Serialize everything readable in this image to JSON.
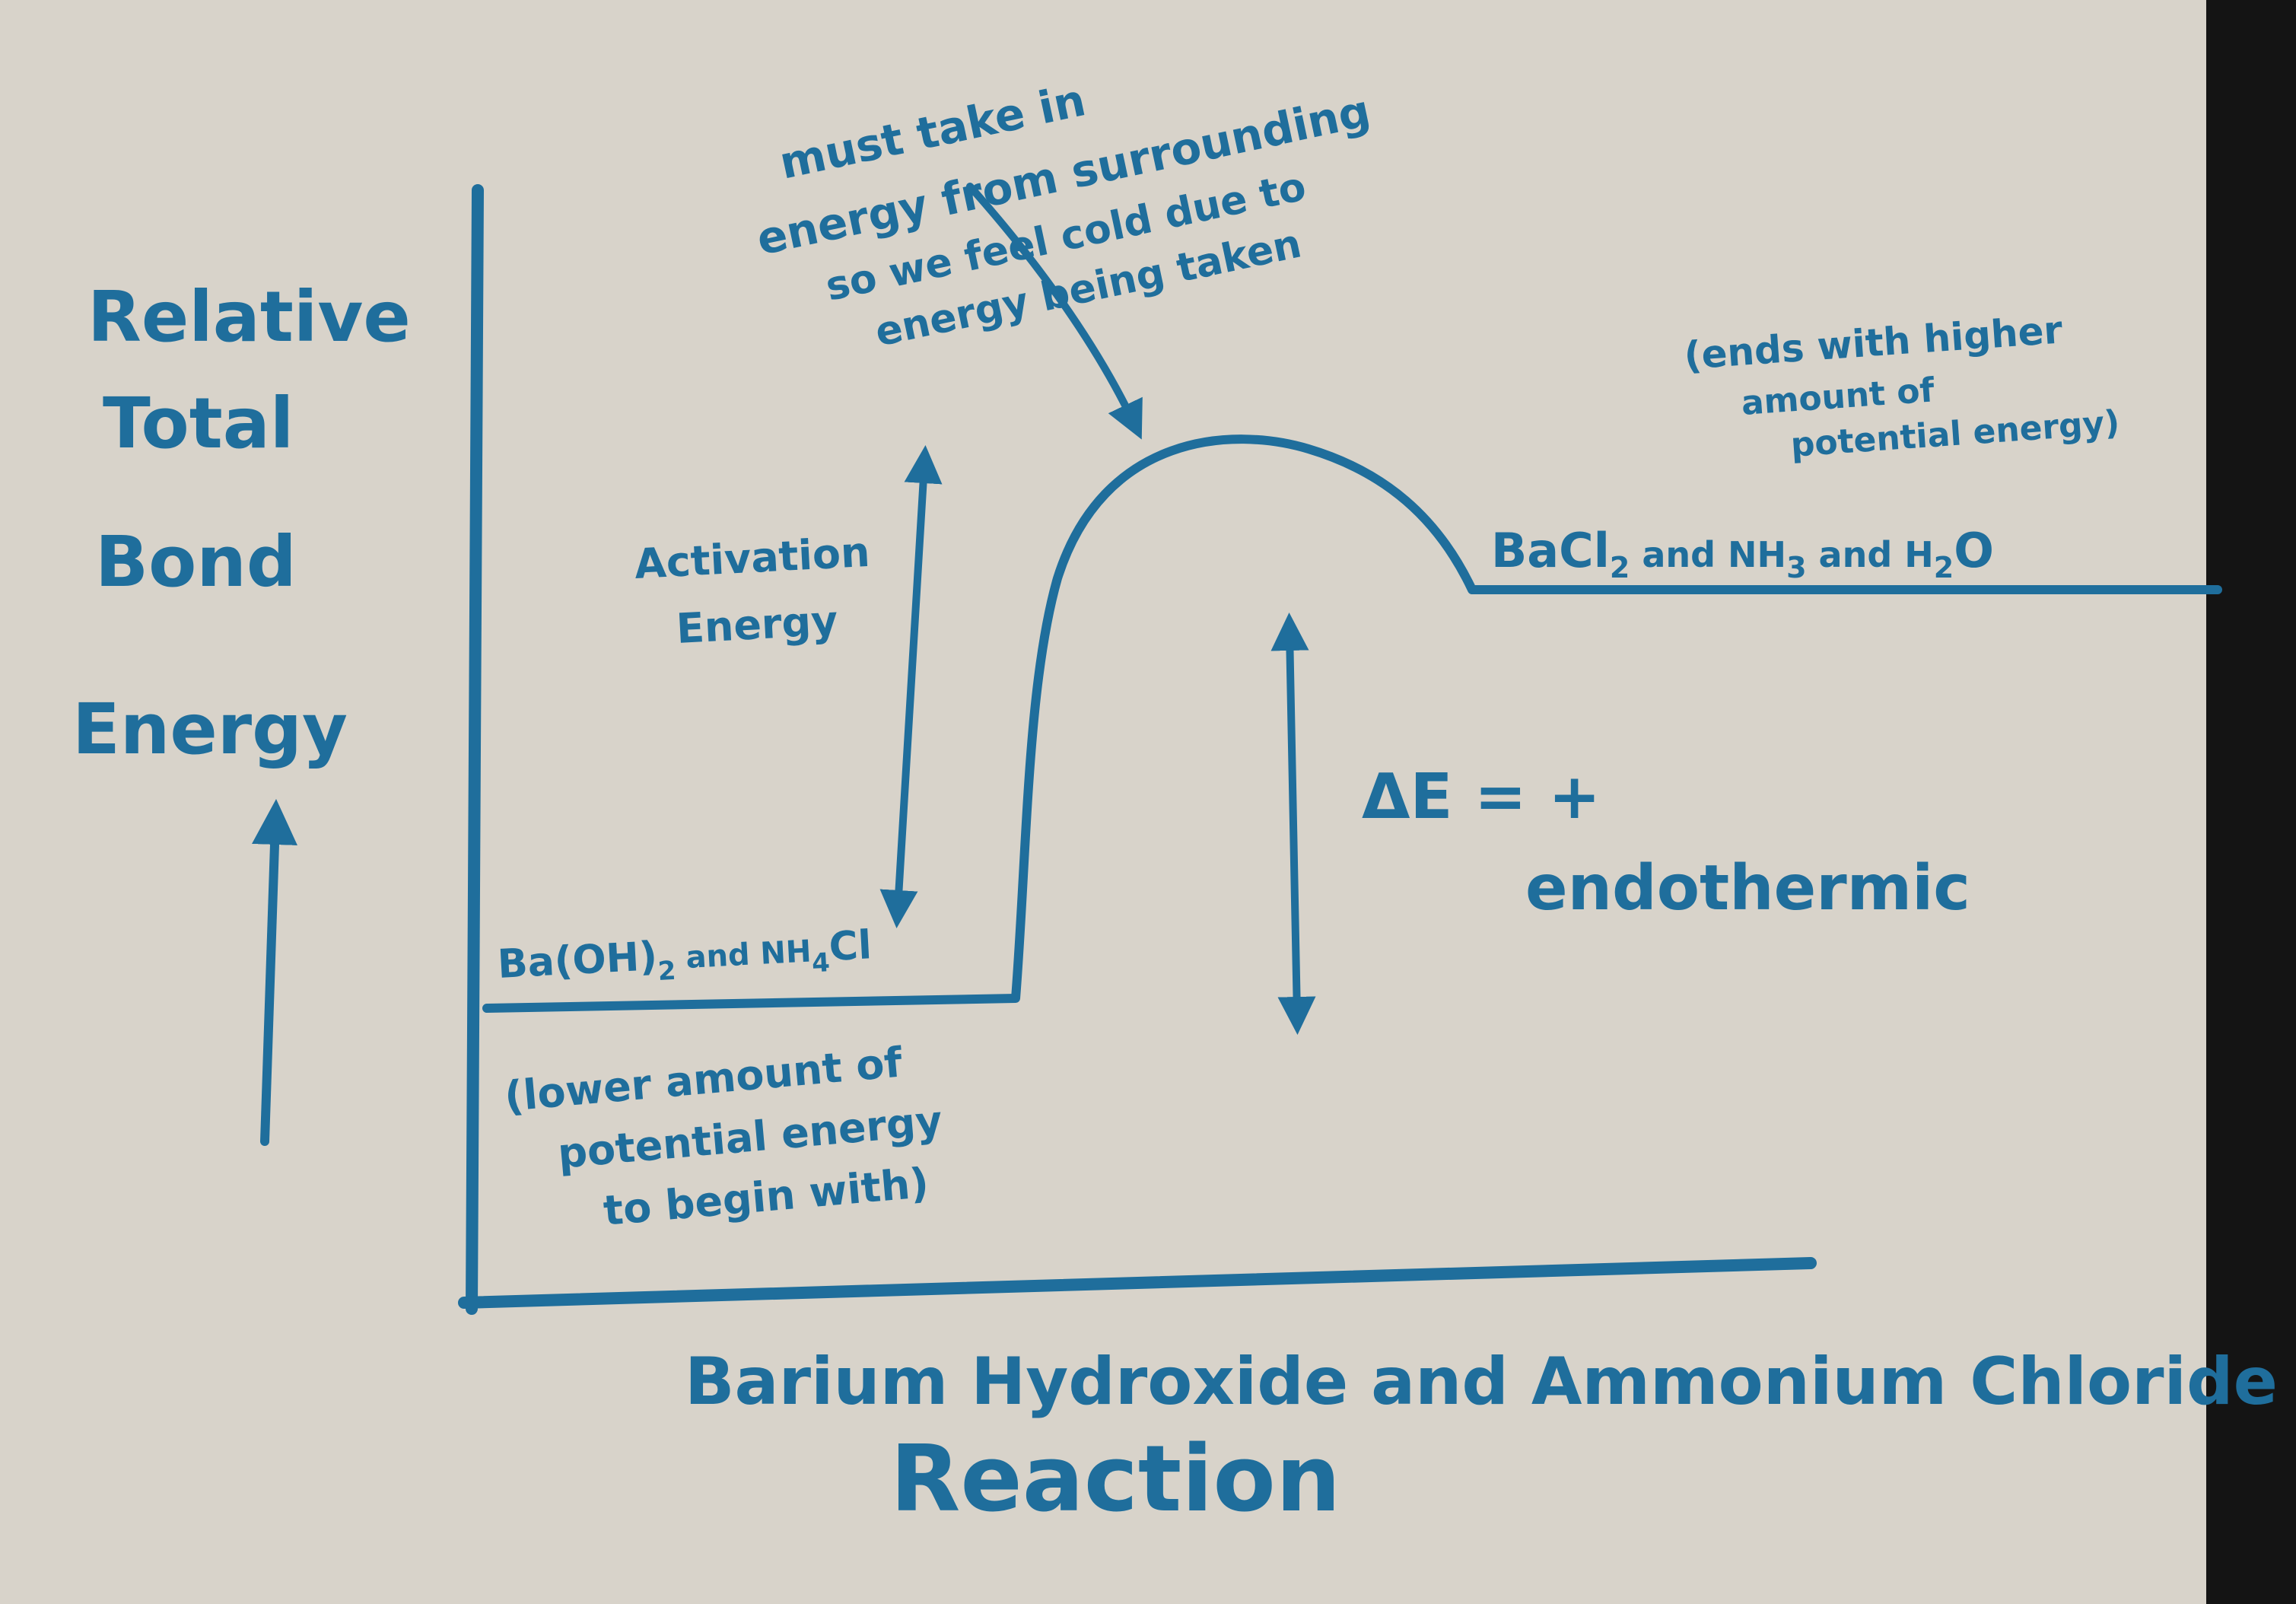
{
  "colors": {
    "ink": "#1f6e9c",
    "paper": "#d8d3ca",
    "edge": "#141414"
  },
  "y_axis_label": [
    "Relative",
    "Total",
    "Bond",
    "Energy"
  ],
  "x_axis_title": "Barium Hydroxide  and Ammonium Chloride",
  "x_axis_label": "Reaction",
  "annotation_top": [
    "must take in",
    "energy from surrounding",
    "so we feel cold due to",
    "energy being taken"
  ],
  "annotation_products_note": [
    "(ends with higher",
    "amount of",
    "potential energy)"
  ],
  "reactants": {
    "formula": "Ba(OH)",
    "sub1": "2",
    "mid": " and NH",
    "sub2": "4",
    "end": "Cl"
  },
  "reactants_note": [
    "(lower amount of",
    "potential energy",
    "to begin with)"
  ],
  "products": {
    "formula": "BaCl",
    "sub1": "2",
    "mid1": " and NH",
    "sub2": "3",
    "mid2": " and H",
    "sub3": "2",
    "end": "O"
  },
  "activation_label": [
    "Activation",
    "Energy"
  ],
  "delta_e_label": "ΔE = +",
  "type_label": "endothermic"
}
